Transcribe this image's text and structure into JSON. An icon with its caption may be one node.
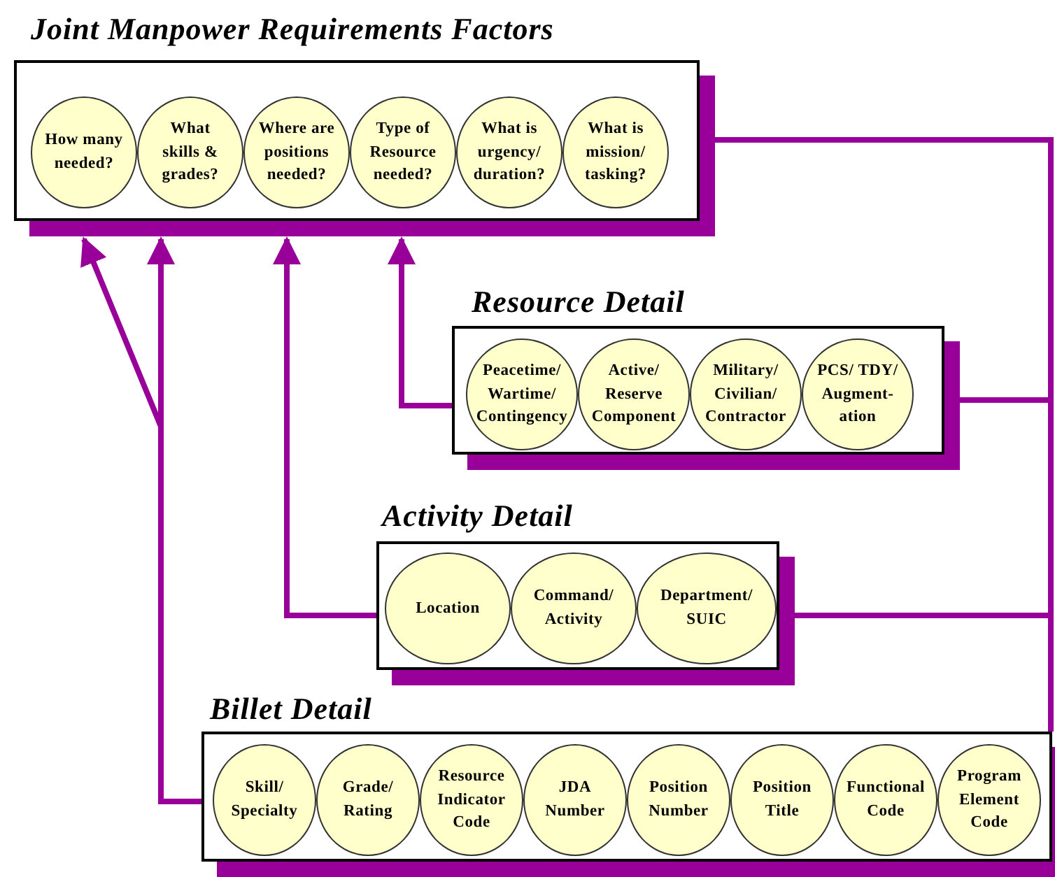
{
  "diagram": {
    "nodes": [
      {
        "text": [
          "Joint Manpower Requirements Factors"
        ]
      },
      {
        "text": [
          "How many needed?"
        ],
        "in": 0
      },
      {
        "text": [
          "What skills & grades?"
        ],
        "in": 0
      },
      {
        "text": [
          "Where are positions needed?"
        ],
        "in": 0
      },
      {
        "text": [
          "Type of Resource needed?"
        ],
        "in": 0
      },
      {
        "text": [
          "What is urgency/ duration?"
        ],
        "in": 0
      },
      {
        "text": [
          "What is mission/ tasking?"
        ],
        "in": 0
      },
      {
        "text": [
          "Resource Detail"
        ]
      },
      {
        "text": [
          "Peacetime/ Wartime/ Contingency"
        ],
        "in": 7
      },
      {
        "text": [
          "Active/ Reserve Component"
        ],
        "in": 7
      },
      {
        "text": [
          "Military/ Civilian/ Contractor"
        ],
        "in": 7
      },
      {
        "text": [
          "PCS/ TDY/ Augment- ation"
        ],
        "in": 7
      },
      {
        "text": [
          "Activity Detail"
        ]
      },
      {
        "text": [
          "Location"
        ],
        "in": 12
      },
      {
        "text": [
          "Command/ Activity"
        ],
        "in": 12
      },
      {
        "text": [
          "Department/ SUIC"
        ],
        "in": 12
      },
      {
        "text": [
          "Billet Detail"
        ]
      },
      {
        "text": [
          "Skill/ Specialty"
        ],
        "in": 16
      },
      {
        "text": [
          "Grade/ Rating"
        ],
        "in": 16
      },
      {
        "text": [
          "Resource Indicator Code"
        ],
        "in": 16
      },
      {
        "text": [
          "JDA Number"
        ],
        "in": 16
      },
      {
        "text": [
          "Position Number"
        ],
        "in": 16
      },
      {
        "text": [
          "Position Title"
        ],
        "in": 16
      },
      {
        "text": [
          "Functional Code"
        ],
        "in": 16
      },
      {
        "text": [
          "Program Element Code"
        ],
        "in": 16
      }
    ],
    "edges": [
      {
        "from": 7,
        "to": 0,
        "arrow": "to"
      },
      {
        "from": 12,
        "to": 0,
        "arrow": "to"
      },
      {
        "from": 16,
        "to": 0,
        "arrow": "to"
      },
      {
        "from": 16,
        "to": 0,
        "arrow": "to"
      },
      {
        "from": 0,
        "to": 7,
        "arrow": "none"
      },
      {
        "from": 0,
        "to": 12,
        "arrow": "none"
      },
      {
        "from": 0,
        "to": 16,
        "arrow": "none"
      }
    ]
  }
}
